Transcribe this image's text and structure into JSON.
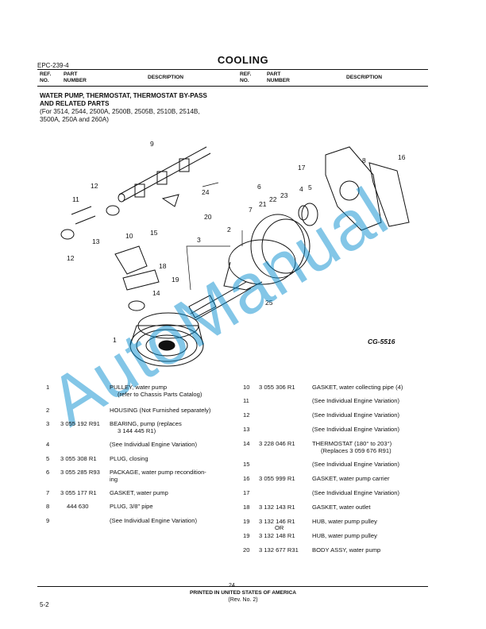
{
  "header": {
    "doc_id": "EPC-239-4",
    "title": "COOLING",
    "columns_left": {
      "ref": "REF.\nNO.",
      "part": "PART\nNUMBER",
      "desc": "DESCRIPTION"
    },
    "columns_right": {
      "ref": "REF.\nNO.",
      "part": "PART\nNUMBER",
      "desc": "DESCRIPTION"
    }
  },
  "section": {
    "title_line1": "WATER PUMP, THERMOSTAT, THERMOSTAT BY-PASS",
    "title_line2": "AND RELATED PARTS",
    "applies_line1": "(For 3514, 2544, 2500A, 2500B, 2505B, 2510B, 2514B,",
    "applies_line2": "3500A, 250A and 260A)"
  },
  "figure": {
    "label": "CG-5516",
    "callouts": [
      "1",
      "2",
      "3",
      "4",
      "5",
      "6",
      "7",
      "8",
      "9",
      "10",
      "11",
      "12",
      "12",
      "13",
      "14",
      "15",
      "16",
      "17",
      "18",
      "19",
      "20",
      "21",
      "22",
      "23",
      "24",
      "25"
    ],
    "watermark": "AutoManual"
  },
  "parts_left": [
    {
      "ref": "1",
      "part": "",
      "desc": "PULLEY, water pump",
      "desc2": "(refer to Chassis Parts Catalog)"
    },
    {
      "ref": "2",
      "part": "",
      "desc": "HOUSING (Not Furnished separately)"
    },
    {
      "ref": "3",
      "part": "3 055 192 R91",
      "desc": "BEARING, pump (replaces",
      "desc2": "3 144 445 R1)"
    },
    {
      "ref": "4",
      "part": "",
      "desc": "(See Individual Engine Variation)"
    },
    {
      "ref": "5",
      "part": "3 055 308 R1",
      "desc": "PLUG, closing"
    },
    {
      "ref": "6",
      "part": "3 055 285 R93",
      "desc": "PACKAGE, water pump recondition-",
      "desc2": "ing"
    },
    {
      "ref": "7",
      "part": "3 055 177 R1",
      "desc": "GASKET, water pump"
    },
    {
      "ref": "8",
      "part": "444 630",
      "desc": "PLUG, 3/8\" pipe"
    },
    {
      "ref": "9",
      "part": "",
      "desc": "(See Individual Engine Variation)"
    }
  ],
  "parts_right": [
    {
      "ref": "10",
      "part": "3 055 306 R1",
      "desc": "GASKET, water collecting pipe (4)"
    },
    {
      "ref": "11",
      "part": "",
      "desc": "(See Individual Engine Variation)"
    },
    {
      "ref": "12",
      "part": "",
      "desc": "(See Individual Engine Variation)"
    },
    {
      "ref": "13",
      "part": "",
      "desc": "(See Individual Engine Variation)"
    },
    {
      "ref": "14",
      "part": "3 228 046 R1",
      "desc": "THERMOSTAT (180° to 203°)",
      "desc2": "(Replaces 3 059 676 R91)"
    },
    {
      "ref": "15",
      "part": "",
      "desc": "(See Individual Engine Variation)"
    },
    {
      "ref": "16",
      "part": "3 055 999 R1",
      "desc": "GASKET, water pump carrier"
    },
    {
      "ref": "17",
      "part": "",
      "desc": "(See Individual Engine Variation)"
    },
    {
      "ref": "18",
      "part": "3 132 143 R1",
      "desc": "GASKET, water outlet"
    },
    {
      "ref": "19",
      "part": "3 132 146 R1",
      "desc": "HUB, water pump pulley",
      "or": "OR"
    },
    {
      "ref": "19",
      "part": "3 132 148 R1",
      "desc": "HUB, water pump pulley"
    },
    {
      "ref": "20",
      "part": "3 132 677 R31",
      "desc": "BODY ASSY, water pump"
    }
  ],
  "footer": {
    "printed": "PRINTED IN UNITED STATES OF AMERICA",
    "rev": "(Rev. No. 2)",
    "page": "5-2",
    "page_overlay": "24"
  }
}
